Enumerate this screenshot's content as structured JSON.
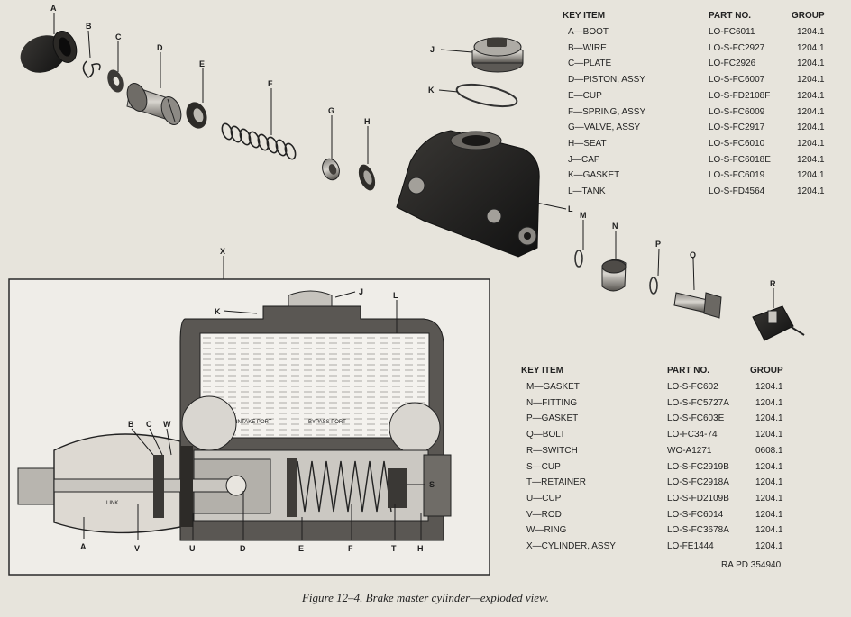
{
  "table1": {
    "headers": {
      "key_item": "KEY   ITEM",
      "part_no": "PART NO.",
      "group": "GROUP"
    },
    "rows": [
      {
        "entry": "A—BOOT",
        "part": "LO-FC6011",
        "group": "1204.1"
      },
      {
        "entry": "B—WIRE",
        "part": "LO-S-FC2927",
        "group": "1204.1"
      },
      {
        "entry": "C—PLATE",
        "part": "LO-FC2926",
        "group": "1204.1"
      },
      {
        "entry": "D—PISTON, ASSY",
        "part": "LO-S-FC6007",
        "group": "1204.1"
      },
      {
        "entry": "E—CUP",
        "part": "LO-S-FD2108F",
        "group": "1204.1"
      },
      {
        "entry": "F—SPRING, ASSY",
        "part": "LO-S-FC6009",
        "group": "1204.1"
      },
      {
        "entry": "G—VALVE, ASSY",
        "part": "LO-S-FC2917",
        "group": "1204.1"
      },
      {
        "entry": "H—SEAT",
        "part": "LO-S-FC6010",
        "group": "1204.1"
      },
      {
        "entry": "J—CAP",
        "part": "LO-S-FC6018E",
        "group": "1204.1"
      },
      {
        "entry": "K—GASKET",
        "part": "LO-S-FC6019",
        "group": "1204.1"
      },
      {
        "entry": "L—TANK",
        "part": "LO-S-FD4564",
        "group": "1204.1"
      }
    ]
  },
  "table2": {
    "headers": {
      "key_item": "KEY   ITEM",
      "part_no": "PART NO.",
      "group": "GROUP"
    },
    "rows": [
      {
        "entry": "M—GASKET",
        "part": "LO-S-FC602",
        "group": "1204.1"
      },
      {
        "entry": "N—FITTING",
        "part": "LO-S-FC5727A",
        "group": "1204.1"
      },
      {
        "entry": "P—GASKET",
        "part": "LO-S-FC603E",
        "group": "1204.1"
      },
      {
        "entry": "Q—BOLT",
        "part": "LO-FC34-74",
        "group": "1204.1"
      },
      {
        "entry": "R—SWITCH",
        "part": "WO-A1271",
        "group": "0608.1"
      },
      {
        "entry": "S—CUP",
        "part": "LO-S-FC2919B",
        "group": "1204.1"
      },
      {
        "entry": "T—RETAINER",
        "part": "LO-S-FC2918A",
        "group": "1204.1"
      },
      {
        "entry": "U—CUP",
        "part": "LO-S-FD2109B",
        "group": "1204.1"
      },
      {
        "entry": "V—ROD",
        "part": "LO-S-FC6014",
        "group": "1204.1"
      },
      {
        "entry": "W—RING",
        "part": "LO-S-FC3678A",
        "group": "1204.1"
      },
      {
        "entry": "X—CYLINDER, ASSY",
        "part": "LO-FE1444",
        "group": "1204.1"
      }
    ]
  },
  "reference": "RA PD  354940",
  "caption": "Figure 12–4.  Brake master cylinder—exploded view.",
  "diagram_labels": {
    "a": "A",
    "b": "B",
    "c": "C",
    "d": "D",
    "e": "E",
    "f": "F",
    "g": "G",
    "h": "H",
    "j": "J",
    "k": "K",
    "l": "L",
    "m": "M",
    "n": "N",
    "p": "P",
    "q": "Q",
    "r": "R",
    "s": "S",
    "t": "T",
    "u": "U",
    "v": "V",
    "w": "W",
    "x": "X",
    "intake_port": "INTAKE PORT",
    "bypass_port": "BYPASS PORT",
    "link": "LINK"
  }
}
